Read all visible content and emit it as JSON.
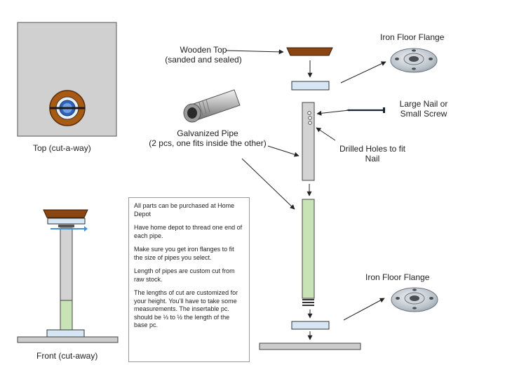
{
  "labels": {
    "top_view": "Top (cut-a-way)",
    "front_view": "Front (cut-away)",
    "wooden_top_line1": "Wooden Top",
    "wooden_top_line2": "(sanded and sealed)",
    "flange_top": "Iron Floor Flange",
    "flange_bottom": "Iron Floor Flange",
    "nail_line1": "Large Nail or",
    "nail_line2": "Small Screw",
    "pipe_line1": "Galvanized Pipe",
    "pipe_line2": "(2 pcs, one fits inside the other)",
    "holes_line1": "Drilled Holes to fit",
    "holes_line2": "Nail"
  },
  "notes": [
    "All parts can be purchased at Home Depot",
    "Have home depot to thread one end of each pipe.",
    "Make sure you get iron flanges to fit the size of pipes you select.",
    "Length of pipes are custom cut from raw stock.",
    "The lengths of cut are customized for your height. You’ll have to take some measurements. The insertable pc. should be ⅓ to ½ the length of the base pc."
  ],
  "colors": {
    "wood": "#8B4513",
    "wood_dark": "#5a2d0c",
    "flange_fill": "#d6e6f5",
    "pipe_gray": "#d3d3d3",
    "pipe_green": "#c8e3b5",
    "floor": "#cccccc",
    "top_view_bg": "#d0d0d0",
    "nail_blue": "#4a8fd6"
  }
}
